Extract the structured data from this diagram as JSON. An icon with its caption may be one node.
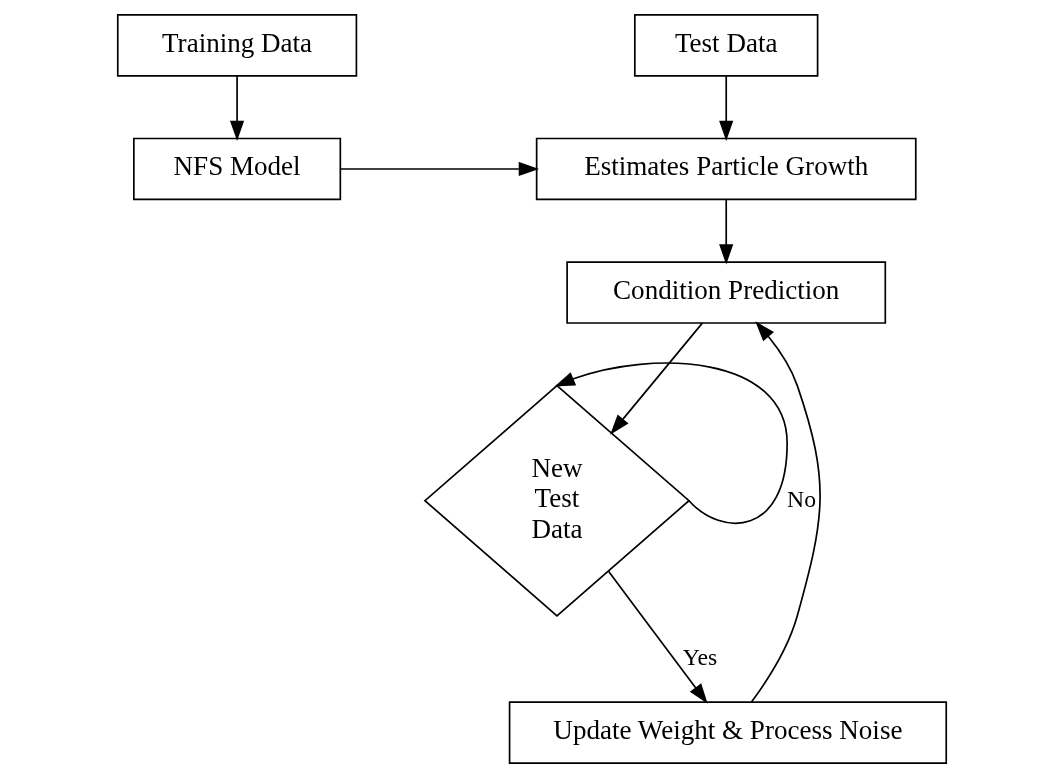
{
  "diagram": {
    "nodes": [
      {
        "text": [
          "Training Data"
        ]
      },
      {
        "text": [
          "Test Data"
        ]
      },
      {
        "text": [
          "NFS Model"
        ]
      },
      {
        "text": [
          "Estimates Particle Growth"
        ]
      },
      {
        "text": [
          "Condition Prediction"
        ]
      },
      {
        "text": [
          "New Test Data"
        ]
      },
      {
        "text": [
          "Update Weight & Process Noise"
        ]
      }
    ],
    "edges": [
      {
        "from": 0,
        "to": 2,
        "arrow": "to"
      },
      {
        "from": 1,
        "to": 3,
        "arrow": "to"
      },
      {
        "from": 2,
        "to": 3,
        "arrow": "to"
      },
      {
        "from": 3,
        "to": 4,
        "arrow": "to"
      },
      {
        "from": 4,
        "to": 5,
        "arrow": "to"
      },
      {
        "from": 5,
        "to": 5,
        "arrow": "to",
        "label": "No"
      },
      {
        "from": 5,
        "to": 6,
        "arrow": "to",
        "label": "Yes"
      },
      {
        "from": 6,
        "to": 4,
        "arrow": "to"
      }
    ]
  }
}
